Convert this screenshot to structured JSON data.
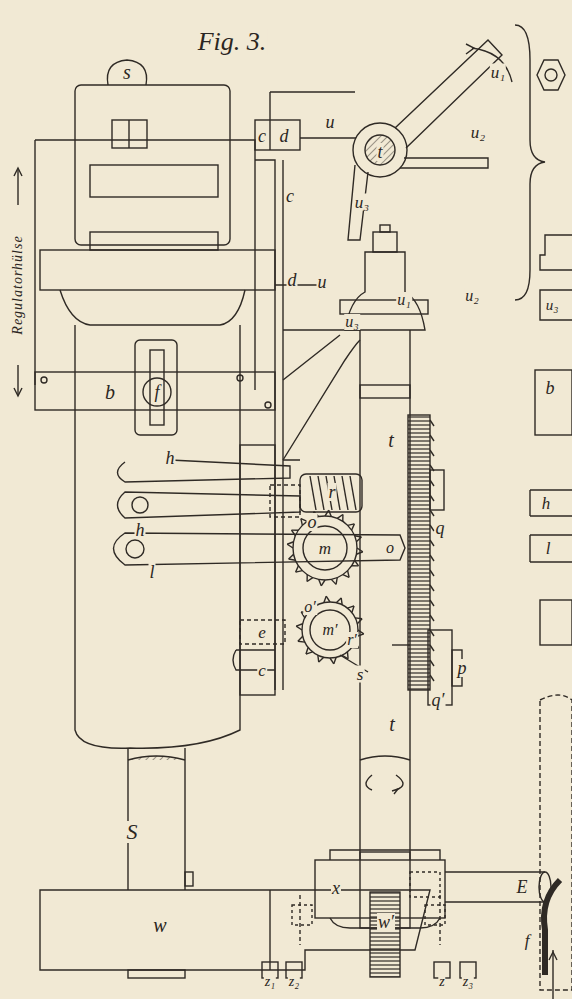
{
  "diagram": {
    "title": "Fig. 3.",
    "labels": [
      "s",
      "u₁",
      "u",
      "c",
      "d",
      "t",
      "u₂",
      "u₃",
      "c",
      "Regulatorhülse",
      "d",
      "u",
      "u₁",
      "u₂",
      "u₃",
      "u₃",
      "b",
      "f",
      "b",
      "t",
      "h",
      "r",
      "h",
      "h",
      "q",
      "o",
      "m",
      "l",
      "o",
      "l",
      "o′",
      "e",
      "m′",
      "r′",
      "c",
      "s",
      "p",
      "q′",
      "t",
      "S",
      "x",
      "E",
      "w",
      "f",
      "w′",
      "z₁",
      "z₂",
      "z",
      "z₃"
    ]
  }
}
